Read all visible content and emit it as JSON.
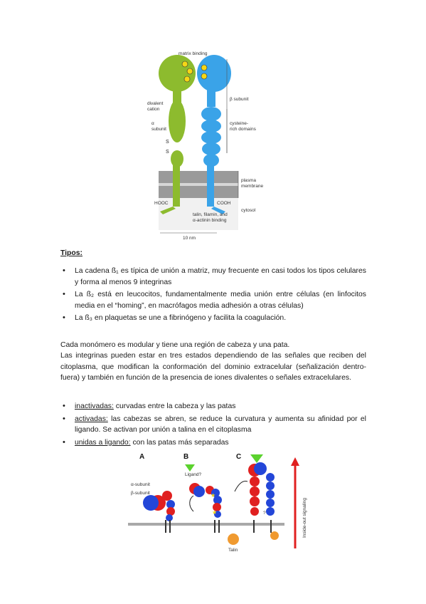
{
  "figure1": {
    "labels": {
      "matrix_binding": "matrix binding",
      "beta_subunit": "β subunit",
      "divalent_cation": "divalent\ncation",
      "alpha_subunit": "α\nsubunit",
      "cysteine_rich": "cysteine-\nrich domains",
      "s1": "S",
      "s2": "S",
      "plasma_membrane": "plasma\nmembrane",
      "hooc": "HOOC",
      "cooh": "COOH",
      "cytosol": "cytosol",
      "talin": "talin, filamin, and\nα-actinin binding",
      "scale": "10 nm"
    }
  },
  "section": {
    "title": "Tipos:",
    "bullets": [
      "La cadena ß₁ es típica de unión a matriz, muy frecuente en casi todos los tipos celulares y forma al menos 9 integrinas",
      "La ß₂ está en leucocitos, fundamentalmente media unión entre células (en linfocitos media en el “homing”, en macrófagos media adhesión a otras células)",
      "La ß₃ en plaquetas se une a fibrinógeno y facilita la coagulación."
    ],
    "paragraph1": "Cada monómero es modular y tiene una región de cabeza y una pata.",
    "paragraph2": "Las integrinas pueden estar en tres estados dependiendo de las señales que reciben del citoplasma, que modifican la conformación del dominio extracelular (señalización dentro-fuera) y también en función de la presencia de iones divalentes o señales extracelulares.",
    "states": [
      {
        "term": "inactivadas:",
        "text": " curvadas entre la cabeza y las patas"
      },
      {
        "term": "activadas:",
        "text": " las cabezas se abren, se reduce la curvatura y aumenta su afinidad por el ligando. Se activan por unión a talina en el citoplasma"
      },
      {
        "term": "unidas a ligando:",
        "text": " con las patas más separadas"
      }
    ]
  },
  "figure2": {
    "panel_a": "A",
    "panel_b": "B",
    "panel_c": "C",
    "alpha_label": "α-subunit",
    "beta_label": "β-subunit",
    "ligand": "Ligand?",
    "question": "?",
    "talin": "Talin",
    "signaling": "Inside-out signaling"
  },
  "colors": {
    "green": "#8dbb2e",
    "blue": "#3aa3e8",
    "red": "#e02020",
    "dark_blue": "#2346d8",
    "orange": "#f09a30",
    "yellow": "#f5d716"
  }
}
